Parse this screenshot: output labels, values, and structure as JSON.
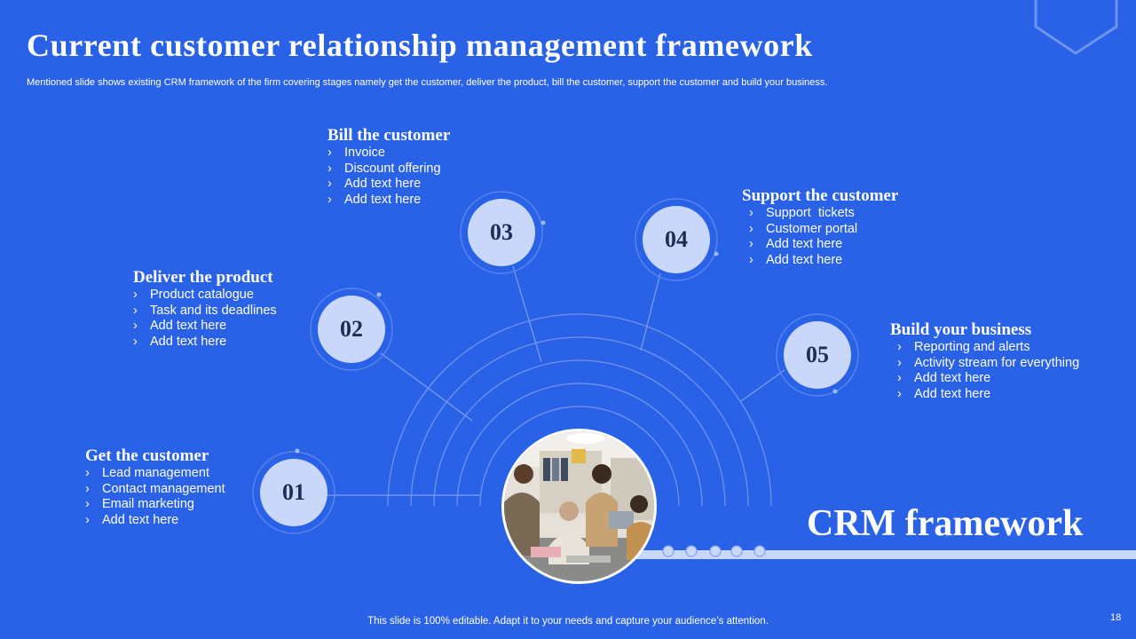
{
  "slide": {
    "title": "Current customer relationship management framework",
    "subtitle": "Mentioned slide shows existing CRM framework of the firm covering stages namely get the customer, deliver the product, bill the customer, support the customer and build your business.",
    "center_label": "CRM framework",
    "footer": "This slide is 100% editable. Adapt it to your needs and capture your audience’s attention.",
    "page_number": "18"
  },
  "bullet_glyph": "›",
  "stages": [
    {
      "number": "01",
      "title": "Get the customer",
      "items": [
        "Lead management",
        "Contact management",
        "Email marketing",
        "Add text here"
      ]
    },
    {
      "number": "02",
      "title": "Deliver the product",
      "items": [
        "Product catalogue",
        "Task and its deadlines",
        "Add text here",
        "Add text here"
      ]
    },
    {
      "number": "03",
      "title": "Bill the customer",
      "items": [
        "Invoice",
        "Discount offering",
        "Add text here",
        "Add text here"
      ]
    },
    {
      "number": "04",
      "title": "Support the customer",
      "items": [
        "Support  tickets",
        "Customer portal",
        "Add text here",
        "Add text here"
      ]
    },
    {
      "number": "05",
      "title": "Build your business",
      "items": [
        "Reporting and alerts",
        "Activity stream for everything",
        "Add text here",
        "Add text here"
      ]
    }
  ],
  "colors": {
    "background": "#2962E6",
    "circle_fill": "#C9D8FA",
    "circle_text": "#1E2D57",
    "lines": "#8FAEF5"
  },
  "icons": [
    "hexagon-outline-icon",
    "chevron-right-icon"
  ]
}
